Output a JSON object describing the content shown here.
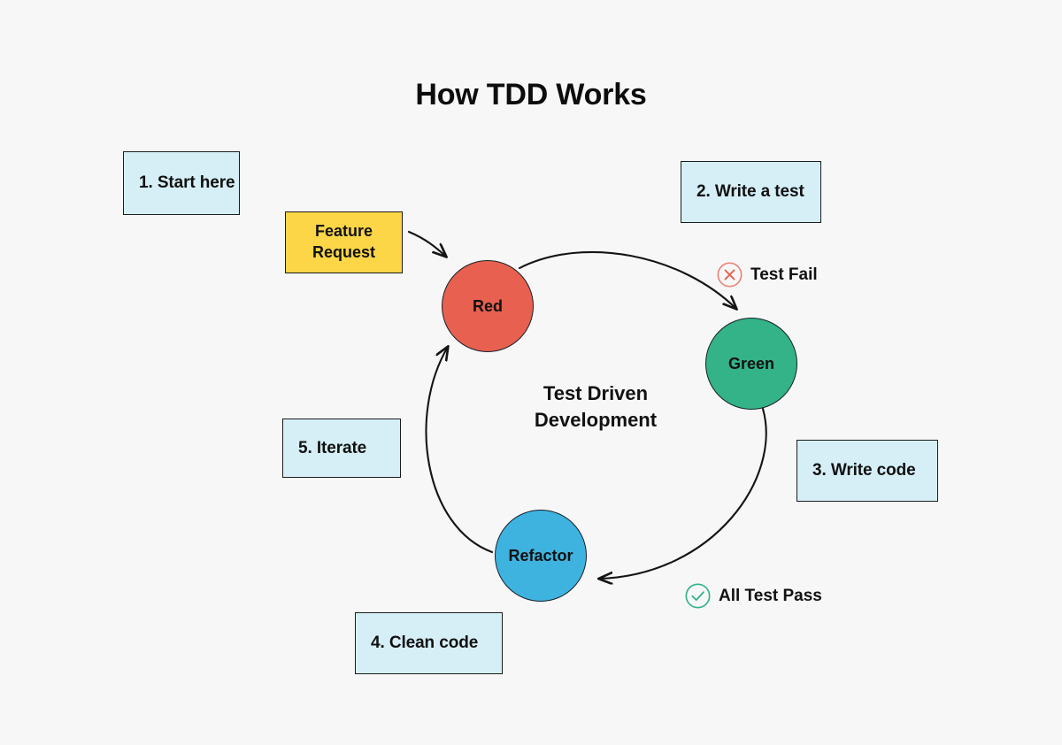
{
  "page": {
    "title": "How TDD Works",
    "background_color": "#f7f7f7"
  },
  "center_caption": {
    "line1": "Test Driven",
    "line2": "Development"
  },
  "source_node": {
    "name": "feature-request",
    "line1": "Feature",
    "line2": "Request",
    "fill_color": "#fcd647",
    "border_color": "#1b1b1b"
  },
  "cycle_nodes": [
    {
      "id": "red",
      "label": "Red",
      "fill_color": "#e8604f"
    },
    {
      "id": "green",
      "label": "Green",
      "fill_color": "#33b387"
    },
    {
      "id": "refactor",
      "label": "Refactor",
      "fill_color": "#3eb3e0"
    }
  ],
  "steps": [
    {
      "number": "1",
      "label": "1. Start here"
    },
    {
      "number": "2",
      "label": "2. Write a test"
    },
    {
      "number": "3",
      "label": "3. Write code"
    },
    {
      "number": "4",
      "label": "4. Clean code"
    },
    {
      "number": "5",
      "label": "5. Iterate"
    }
  ],
  "status_markers": [
    {
      "id": "test-fail",
      "label": "Test Fail",
      "icon": "circle-x-icon",
      "color": "#e8857a"
    },
    {
      "id": "all-test-pass",
      "label": "All Test Pass",
      "icon": "circle-check-icon",
      "color": "#33b387"
    }
  ],
  "box_style": {
    "fill_color": "#d6eff7",
    "border_color": "#1b1b1b"
  },
  "arrows": [
    {
      "id": "feature-to-red",
      "from": "feature-request",
      "to": "red"
    },
    {
      "id": "red-to-green",
      "from": "red",
      "to": "green"
    },
    {
      "id": "green-to-refactor",
      "from": "green",
      "to": "refactor"
    },
    {
      "id": "refactor-to-red",
      "from": "refactor",
      "to": "red"
    }
  ]
}
